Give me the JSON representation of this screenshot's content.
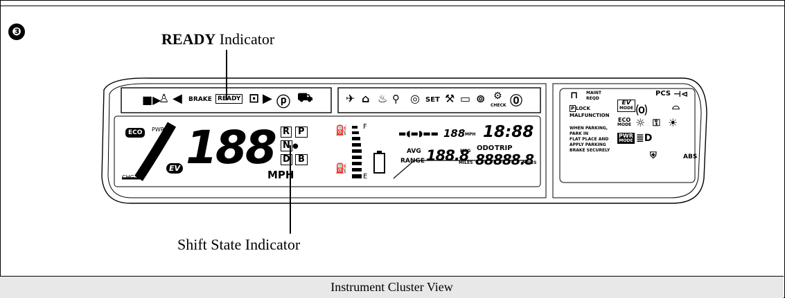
{
  "step_marker": "❸",
  "ready_label": {
    "bold": "READY",
    "rest": " Indicator"
  },
  "shift_label": "Shift State Indicator",
  "caption": "Instrument Cluster View",
  "cluster": {
    "top_warnings": [
      "BRAKE",
      "READY"
    ],
    "eco": "ECO",
    "pwr": "PWR",
    "chg": "CHG",
    "ev": "EV",
    "speed": "188",
    "speed_unit": "MPH",
    "gears": [
      "R",
      "P",
      "N",
      "D",
      "B"
    ],
    "fuel_f": "F",
    "fuel_e": "E",
    "cruise_speed": "188",
    "cruise_unit": "MPH",
    "clock": "18:88",
    "avg_label": "AVG",
    "range_label": "RANGE",
    "mpg_value": "188.8",
    "mpg_unit": "MPG",
    "miles_unit": "MILES",
    "odo_label": "ODO",
    "trip_label": "TRIP",
    "odo_value": "88888.8",
    "odo_unit": "MILES",
    "set": "SET",
    "check": "CHECK",
    "maint": "MAINT",
    "reqd": "REQD",
    "pcs": "PCS",
    "plock": "LOCK",
    "malfunction": "MALFUNCTION",
    "parking_lines": [
      "WHEN PARKING,",
      "PARK IN",
      "FLAT PLACE AND",
      "APPLY PARKING",
      "BRAKE SECURELY"
    ],
    "ev_mode": [
      "EV",
      "MODE"
    ],
    "eco_mode": [
      "ECO",
      "MODE"
    ],
    "pwr_mode": [
      "PWR",
      "MODE"
    ],
    "abs": "ABS"
  }
}
